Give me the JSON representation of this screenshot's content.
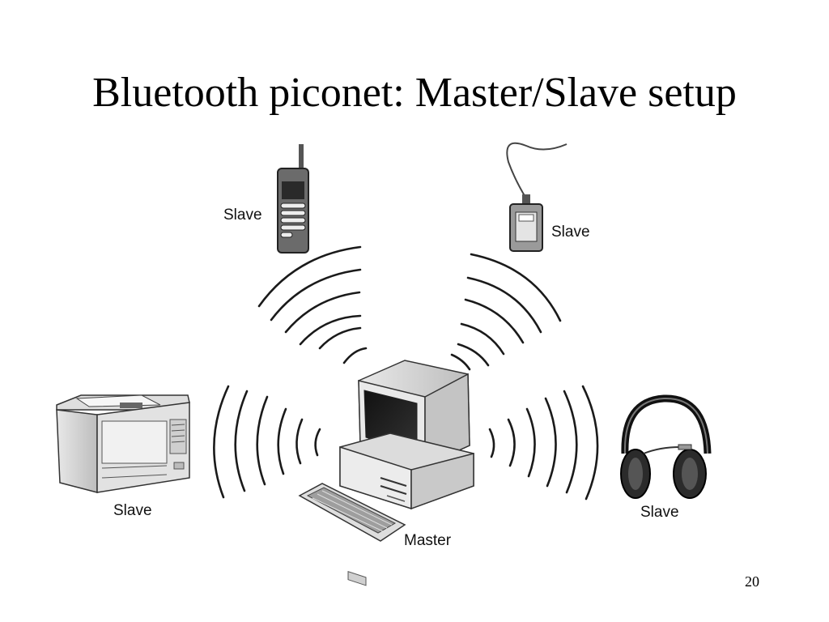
{
  "slide": {
    "title": "Bluetooth piconet: Master/Slave setup",
    "page_number": "20"
  },
  "diagram": {
    "labels": {
      "phone": "Slave",
      "pager": "Slave",
      "printer": "Slave",
      "headphones": "Slave",
      "computer": "Master"
    },
    "icons": [
      "mobile-phone-icon",
      "pager-device-icon",
      "printer-icon",
      "headphones-icon",
      "desktop-computer-icon",
      "keyboard-icon"
    ]
  }
}
